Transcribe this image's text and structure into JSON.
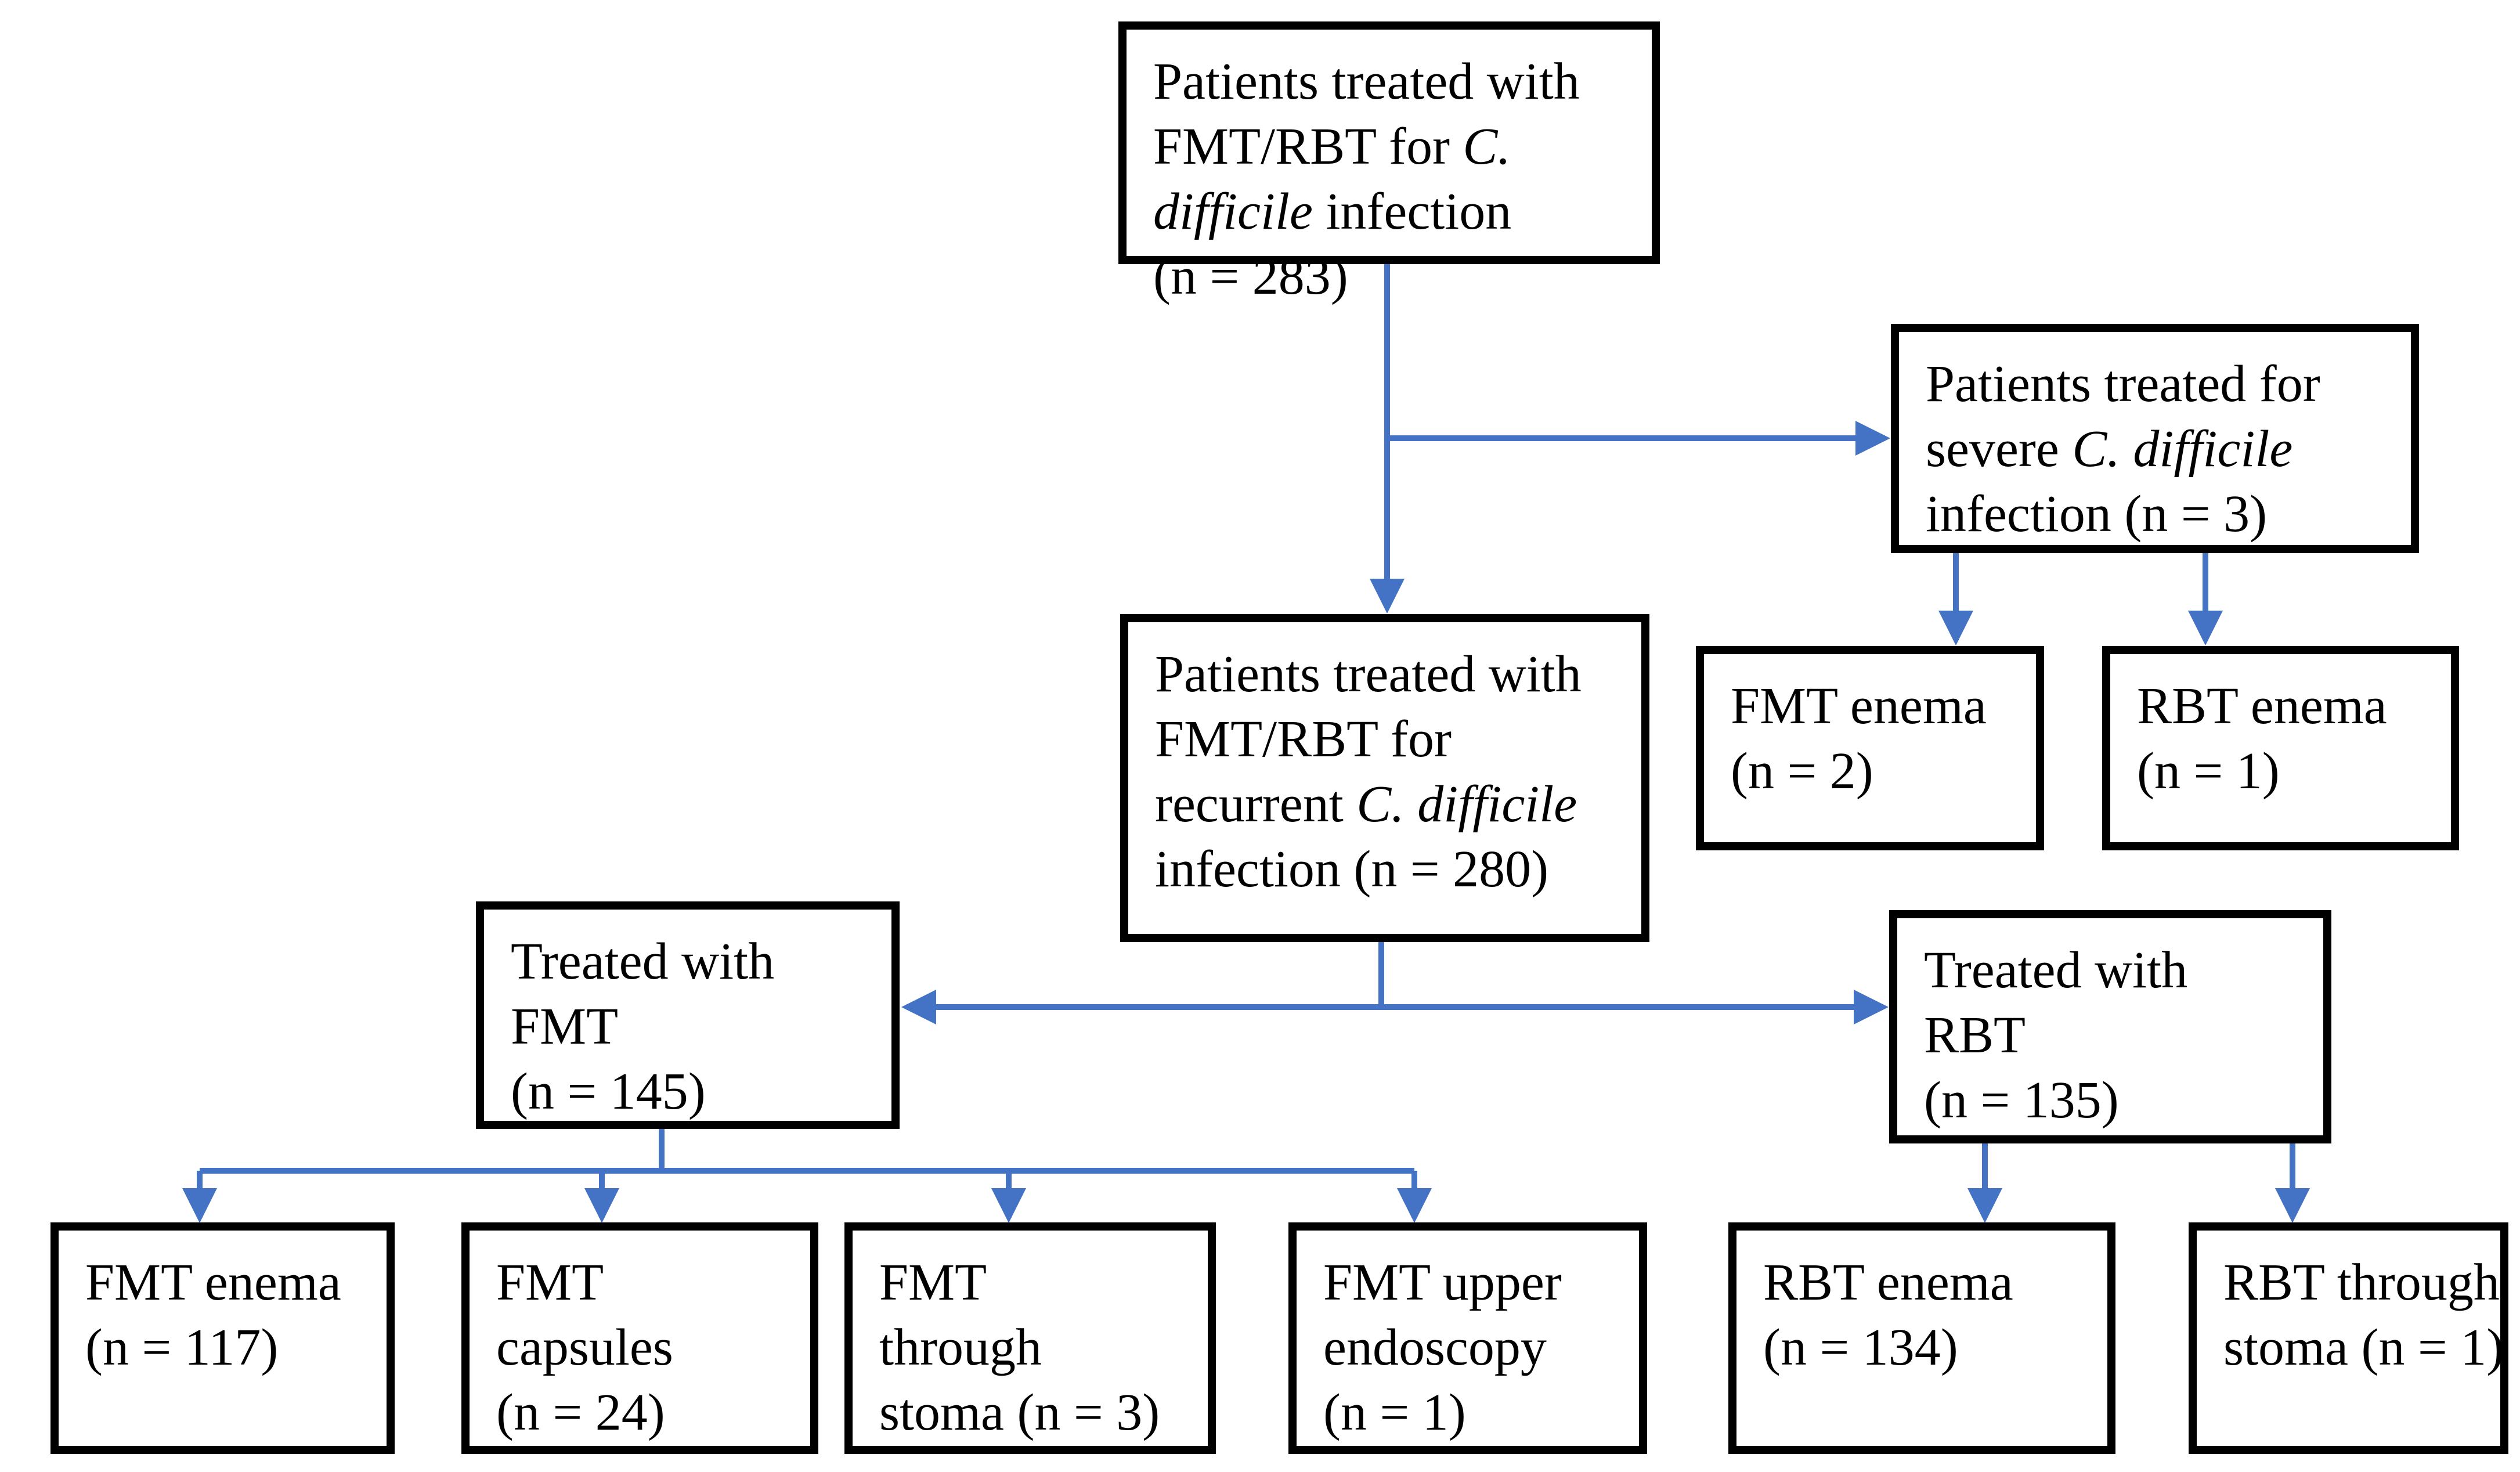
{
  "colors": {
    "connector": "#4472C4",
    "box_border": "#000000",
    "box_background": "#FFFFFF",
    "text": "#000000",
    "page_background": "#FFFFFF"
  },
  "nodes": {
    "root": {
      "n": 283,
      "lines": [
        [
          {
            "t": "Patients treated with"
          }
        ],
        [
          {
            "t": "FMT/RBT for "
          },
          {
            "t": "C.",
            "i": true
          }
        ],
        [
          {
            "t": "difficile",
            "i": true
          },
          {
            "t": " infection"
          }
        ],
        [
          {
            "t": "(n = 283)"
          }
        ]
      ]
    },
    "severe": {
      "n": 3,
      "lines": [
        [
          {
            "t": "Patients treated for"
          }
        ],
        [
          {
            "t": "severe "
          },
          {
            "t": "C. difficile",
            "i": true
          }
        ],
        [
          {
            "t": "infection (n = 3)"
          }
        ]
      ]
    },
    "recurrent": {
      "n": 280,
      "lines": [
        [
          {
            "t": "Patients treated with"
          }
        ],
        [
          {
            "t": "FMT/RBT for"
          }
        ],
        [
          {
            "t": "recurrent "
          },
          {
            "t": "C. difficile",
            "i": true
          }
        ],
        [
          {
            "t": "infection (n = 280)"
          }
        ]
      ]
    },
    "fmt_enema_severe": {
      "n": 2,
      "lines": [
        [
          {
            "t": "FMT enema"
          }
        ],
        [
          {
            "t": "(n = 2)"
          }
        ]
      ]
    },
    "rbt_enema_severe": {
      "n": 1,
      "lines": [
        [
          {
            "t": "RBT enema"
          }
        ],
        [
          {
            "t": "(n = 1)"
          }
        ]
      ]
    },
    "fmt": {
      "n": 145,
      "lines": [
        [
          {
            "t": "Treated with"
          }
        ],
        [
          {
            "t": "FMT"
          }
        ],
        [
          {
            "t": "(n = 145)"
          }
        ]
      ]
    },
    "rbt": {
      "n": 135,
      "lines": [
        [
          {
            "t": "Treated with"
          }
        ],
        [
          {
            "t": "RBT"
          }
        ],
        [
          {
            "t": "(n = 135)"
          }
        ]
      ]
    },
    "fmt_enema": {
      "n": 117,
      "lines": [
        [
          {
            "t": "FMT enema"
          }
        ],
        [
          {
            "t": "(n = 117)"
          }
        ]
      ]
    },
    "fmt_capsules": {
      "n": 24,
      "lines": [
        [
          {
            "t": "FMT"
          }
        ],
        [
          {
            "t": "capsules"
          }
        ],
        [
          {
            "t": "(n = 24)"
          }
        ]
      ]
    },
    "fmt_stoma": {
      "n": 3,
      "lines": [
        [
          {
            "t": "FMT"
          }
        ],
        [
          {
            "t": "through"
          }
        ],
        [
          {
            "t": "stoma (n = 3)"
          }
        ]
      ]
    },
    "fmt_endoscopy": {
      "n": 1,
      "lines": [
        [
          {
            "t": "FMT upper"
          }
        ],
        [
          {
            "t": "endoscopy"
          }
        ],
        [
          {
            "t": "(n = 1)"
          }
        ]
      ]
    },
    "rbt_enema": {
      "n": 134,
      "lines": [
        [
          {
            "t": "RBT enema"
          }
        ],
        [
          {
            "t": "(n = 134)"
          }
        ]
      ]
    },
    "rbt_stoma": {
      "n": 1,
      "lines": [
        [
          {
            "t": "RBT through"
          }
        ],
        [
          {
            "t": "stoma (n = 1)"
          }
        ]
      ]
    }
  },
  "edges": [
    {
      "from": "root",
      "to": "recurrent"
    },
    {
      "from": "root",
      "to": "severe"
    },
    {
      "from": "severe",
      "to": "fmt_enema_severe"
    },
    {
      "from": "severe",
      "to": "rbt_enema_severe"
    },
    {
      "from": "recurrent",
      "to": "fmt"
    },
    {
      "from": "recurrent",
      "to": "rbt"
    },
    {
      "from": "fmt",
      "to": "fmt_enema"
    },
    {
      "from": "fmt",
      "to": "fmt_capsules"
    },
    {
      "from": "fmt",
      "to": "fmt_stoma"
    },
    {
      "from": "fmt",
      "to": "fmt_endoscopy"
    },
    {
      "from": "rbt",
      "to": "rbt_enema"
    },
    {
      "from": "rbt",
      "to": "rbt_stoma"
    }
  ]
}
